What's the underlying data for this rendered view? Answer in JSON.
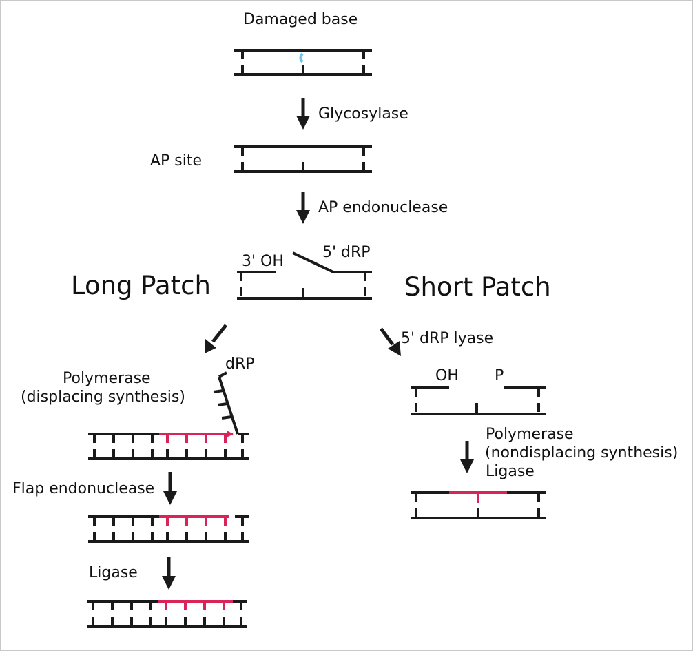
{
  "colors": {
    "dna": "#1a1a1a",
    "new_dna": "#d9245a",
    "damage": "#6ec6ee",
    "frame": "#c8c8c8",
    "background": "#ffffff"
  },
  "labels": {
    "damaged_base": "Damaged base",
    "glycosylase": "Glycosylase",
    "ap_site": "AP site",
    "ap_endonuclease": "AP endonuclease",
    "three_oh": "3' OH",
    "five_drp": "5' dRP",
    "long_patch": "Long Patch",
    "short_patch": "Short Patch",
    "five_drp_lyase": "5' dRP lyase",
    "oh": "OH",
    "p": "P",
    "drp": "dRP",
    "polymerase_long_1": "Polymerase",
    "polymerase_long_2": "(displacing synthesis)",
    "polymerase_short_1": "Polymerase",
    "polymerase_short_2": "(nondisplacing synthesis)",
    "ligase_short": "Ligase",
    "flap_endonuclease": "Flap endonuclease",
    "ligase_long": "Ligase"
  },
  "icons": {
    "arrow": "down-arrow-icon"
  }
}
